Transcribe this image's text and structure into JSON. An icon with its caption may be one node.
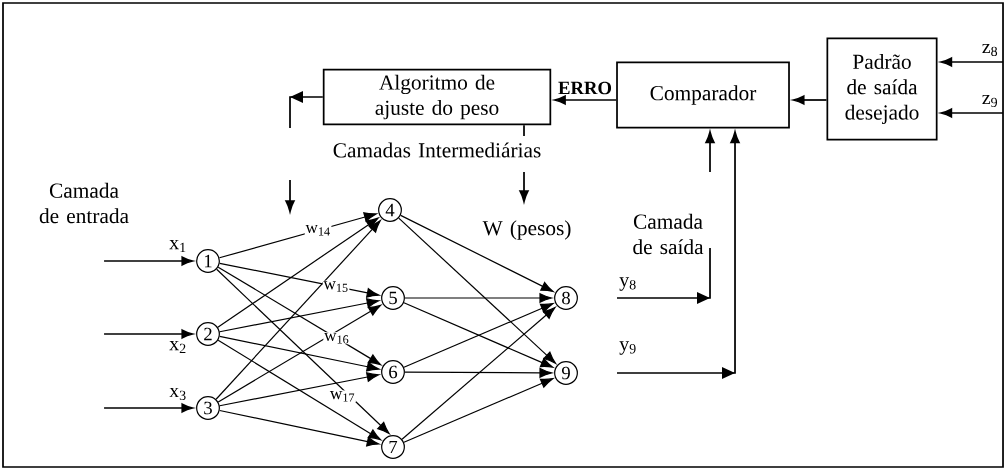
{
  "diagram": {
    "nodes": [
      {
        "text": [
          "Algoritmo de ajuste do peso"
        ]
      },
      {
        "text": [
          "Comparador"
        ]
      },
      {
        "text": [
          "Padrão de saída desejado"
        ]
      },
      {
        "text": [
          "1"
        ]
      },
      {
        "text": [
          "2"
        ]
      },
      {
        "text": [
          "3"
        ]
      },
      {
        "text": [
          "4"
        ]
      },
      {
        "text": [
          "5"
        ]
      },
      {
        "text": [
          "6"
        ]
      },
      {
        "text": [
          "7"
        ]
      },
      {
        "text": [
          "8"
        ]
      },
      {
        "text": [
          "9"
        ]
      }
    ],
    "edges": [
      {
        "from": null,
        "to": 3,
        "arrow": "to",
        "label": "x$_{1}$"
      },
      {
        "from": null,
        "to": 4,
        "arrow": "to",
        "label": "x$_{2}$"
      },
      {
        "from": null,
        "to": 5,
        "arrow": "to",
        "label": "x$_{3}$"
      },
      {
        "from": 3,
        "to": 6,
        "arrow": "to",
        "label": "w$_{14}$"
      },
      {
        "from": 3,
        "to": 7,
        "arrow": "to",
        "label": "w$_{15}$"
      },
      {
        "from": 3,
        "to": 8,
        "arrow": "to",
        "label": "w$_{16}$"
      },
      {
        "from": 3,
        "to": 9,
        "arrow": "to",
        "label": "w$_{17}$"
      },
      {
        "from": 4,
        "to": 6,
        "arrow": "to"
      },
      {
        "from": 4,
        "to": 7,
        "arrow": "to"
      },
      {
        "from": 4,
        "to": 8,
        "arrow": "to"
      },
      {
        "from": 4,
        "to": 9,
        "arrow": "to"
      },
      {
        "from": 5,
        "to": 6,
        "arrow": "to"
      },
      {
        "from": 5,
        "to": 7,
        "arrow": "to"
      },
      {
        "from": 5,
        "to": 8,
        "arrow": "to"
      },
      {
        "from": 5,
        "to": 9,
        "arrow": "to"
      },
      {
        "from": 6,
        "to": 10,
        "arrow": "to"
      },
      {
        "from": 6,
        "to": 11,
        "arrow": "to"
      },
      {
        "from": 7,
        "to": 10,
        "arrow": "to"
      },
      {
        "from": 7,
        "to": 11,
        "arrow": "to"
      },
      {
        "from": 8,
        "to": 10,
        "arrow": "to"
      },
      {
        "from": 8,
        "to": 11,
        "arrow": "to"
      },
      {
        "from": 9,
        "to": 10,
        "arrow": "to"
      },
      {
        "from": 9,
        "to": 11,
        "arrow": "to"
      },
      {
        "from": null,
        "to": 1,
        "arrow": "to",
        "label": "y$_{8}$"
      },
      {
        "from": null,
        "to": 1,
        "arrow": "to",
        "label": "y$_{9}$"
      },
      {
        "from": null,
        "to": 2,
        "arrow": "to",
        "label": "z$_{8}$"
      },
      {
        "from": null,
        "to": 2,
        "arrow": "to",
        "label": "z$_{9}$"
      },
      {
        "from": 2,
        "to": 1,
        "arrow": "to"
      },
      {
        "from": 1,
        "to": 0,
        "arrow": "to",
        "label": "ERRO"
      },
      {
        "from": 0,
        "to": null,
        "arrow": "to"
      },
      {
        "from": 0,
        "to": null,
        "arrow": "to"
      }
    ],
    "labels": [
      "Camada de entrada",
      "Camadas Intermediárias",
      "W (pesos)",
      "Camada de saída"
    ]
  }
}
